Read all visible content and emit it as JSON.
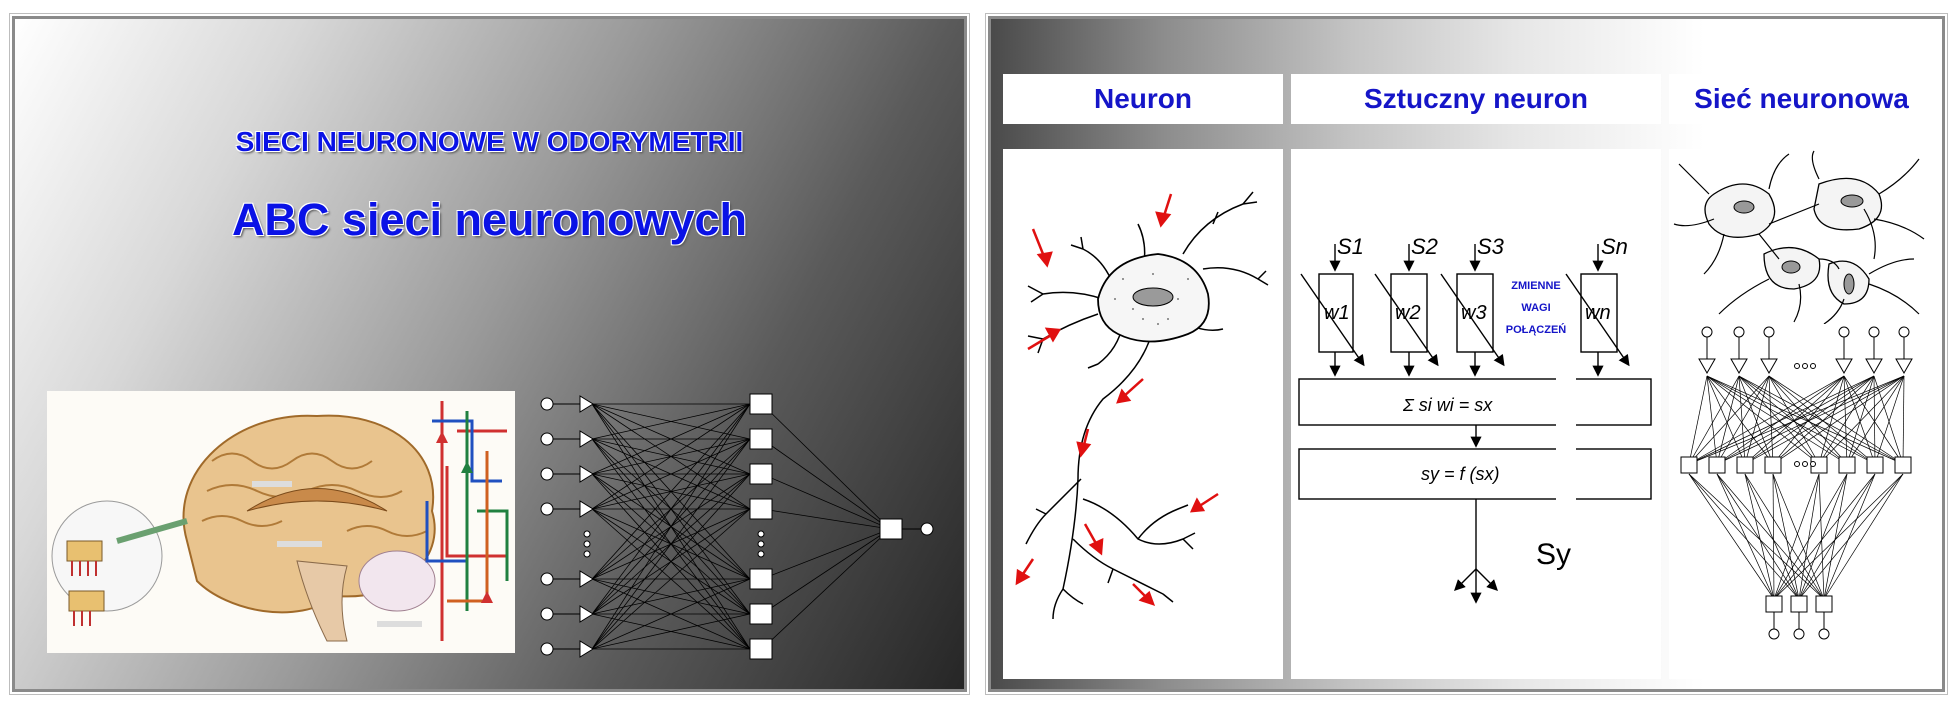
{
  "left_slide": {
    "title": "SIECI  NEURONOWE  W  ODORYMETRII",
    "subtitle": "ABC  sieci neuronowych"
  },
  "right_slide": {
    "headers": [
      "Neuron",
      "Sztuczny  neuron",
      "Sieć neuronowa"
    ],
    "artificial_neuron": {
      "inputs": [
        "S1",
        "S2",
        "S3",
        "Sn"
      ],
      "weights": [
        "w1",
        "w2",
        "w3",
        "wn"
      ],
      "weights_label": [
        "ZMIENNE",
        "WAGI",
        "POŁĄCZEŃ"
      ],
      "sum_formula": "Σ si wi = sx",
      "activation_formula": "sy = f (sx)",
      "output": "Sy"
    }
  },
  "colors": {
    "title_blue": "#0a12e6",
    "header_blue": "#1515c8",
    "arrow_red": "#e01010"
  }
}
